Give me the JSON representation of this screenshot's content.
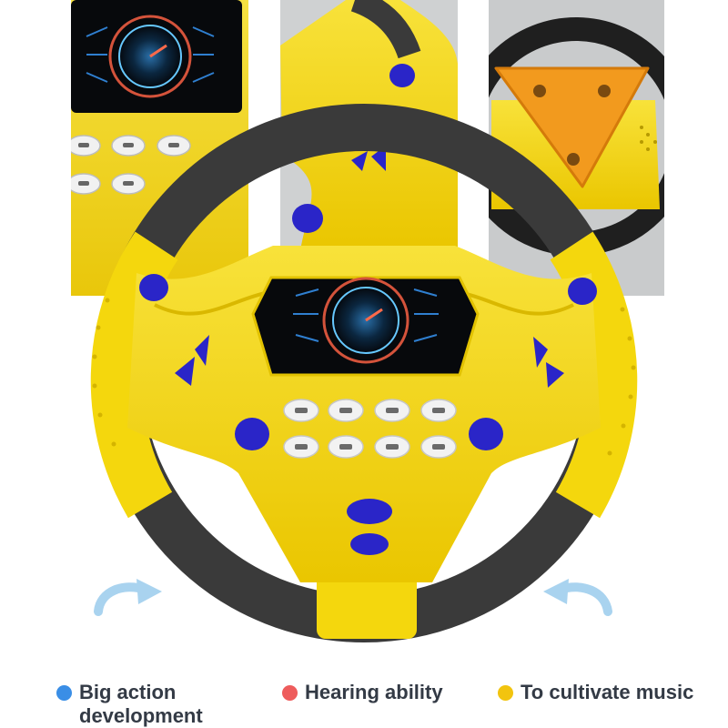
{
  "legend": {
    "items": [
      {
        "label": "Big action development",
        "color": "#3a8ee6"
      },
      {
        "label": "Hearing ability",
        "color": "#ee5c5c"
      },
      {
        "label": "To cultivate music",
        "color": "#f2c40f"
      }
    ]
  },
  "colors": {
    "yellow": "#f5d80f",
    "yellow_shadow": "#d9b800",
    "black_grip": "#3a3a3a",
    "blue_button": "#2a25c8",
    "arrow": "#a9d3ef",
    "orange_panel": "#f29a1e"
  },
  "icons": [
    "steering-wheel",
    "speedometer-screen",
    "rotate-arrow",
    "car-button",
    "horn-button",
    "microphone-button"
  ]
}
